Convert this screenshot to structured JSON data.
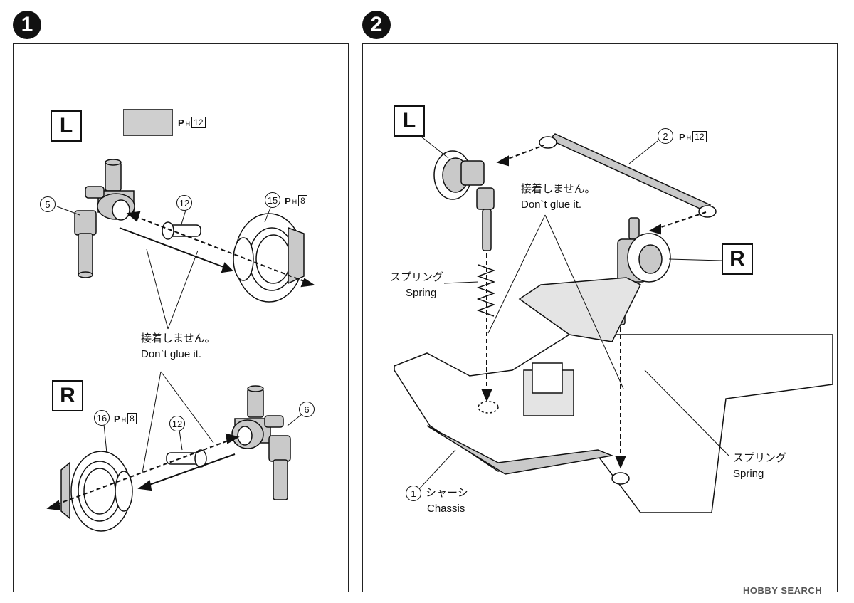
{
  "steps": [
    {
      "number": "1",
      "left_label": "L",
      "right_label": "R",
      "color_code": {
        "letter": "P",
        "sub": "H",
        "number": "12"
      },
      "parts": {
        "p5": "5",
        "p12_top": "12",
        "p15": "15",
        "p15_paint": "8",
        "p16": "16",
        "p16_paint": "8",
        "p12_bottom": "12",
        "p6": "6"
      },
      "note_jp": "接着しません。",
      "note_en": "Don`t glue it."
    },
    {
      "number": "2",
      "left_label": "L",
      "right_label": "R",
      "rod_part": "2",
      "rod_paint": "12",
      "note_jp": "接着しません。",
      "note_en": "Don`t glue it.",
      "spring_left_jp": "スプリング",
      "spring_left_en": "Spring",
      "spring_right_jp": "スプリング",
      "spring_right_en": "Spring",
      "chassis_part": "1",
      "chassis_jp": "シャーシ",
      "chassis_en": "Chassis"
    }
  ],
  "watermark": "HOBBY SEARCH",
  "colors": {
    "part_fill": "#c9c9c9",
    "line": "#111111",
    "swatch": "#cfcfcf"
  }
}
